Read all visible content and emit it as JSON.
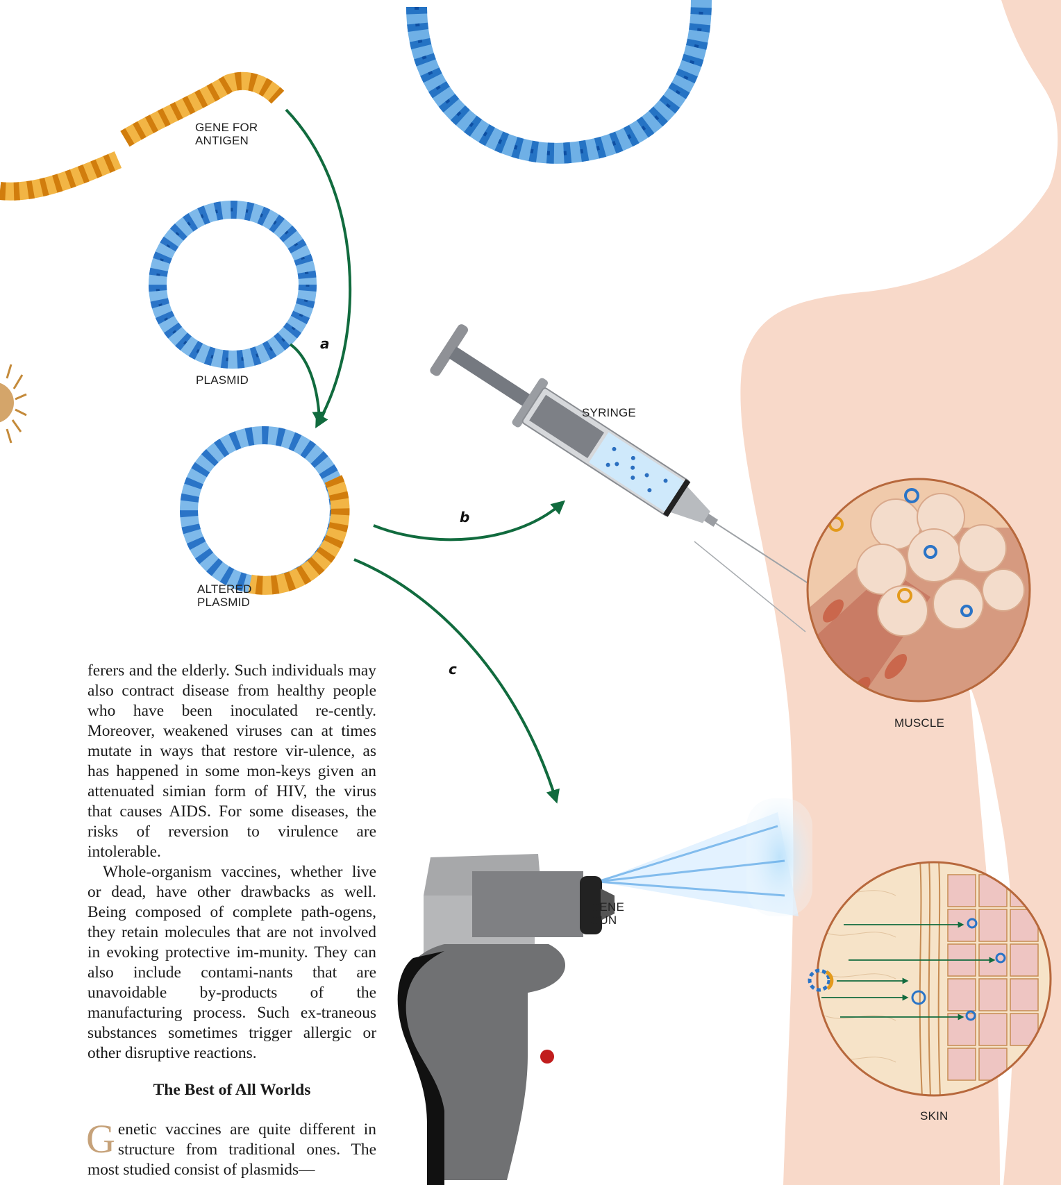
{
  "labels": {
    "gene_for_antigen": [
      "GENE FOR",
      "ANTIGEN"
    ],
    "plasmid": "PLASMID",
    "altered_plasmid": [
      "ALTERED",
      "PLASMID"
    ],
    "syringe": "SYRINGE",
    "muscle": "MUSCLE",
    "gene_gun": [
      "GENE",
      "GUN"
    ],
    "skin": "SKIN"
  },
  "steps": {
    "a": "a",
    "b": "b",
    "c": "c"
  },
  "text": {
    "paragraph_1": "ferers and the elderly. Such individuals may also contract disease from healthy people who have been inoculated re-cently. Moreover, weakened viruses can at times mutate in ways that restore vir-ulence, as has happened in some mon-keys given an attenuated simian form of HIV, the virus that causes AIDS. For some diseases, the risks of reversion to virulence are intolerable.",
    "paragraph_2": "Whole-organism vaccines, whether live or dead, have other drawbacks as well. Being composed of complete path-ogens, they retain molecules that are not involved in evoking protective im-munity. They can also include contami-nants that are unavoidable by-products of the manufacturing process. Such ex-traneous substances sometimes trigger allergic or other disruptive reactions.",
    "heading": "The Best of All Worlds",
    "dropcap": "G",
    "paragraph_3": "enetic vaccines are quite different in structure from traditional ones. The most studied consist of plasmids—"
  },
  "colors": {
    "skin_tone": "#f8d9c9",
    "arrow_green": "#116b3e",
    "dna_blue": "#2f7fc8",
    "dna_orange": "#e39a1c"
  }
}
